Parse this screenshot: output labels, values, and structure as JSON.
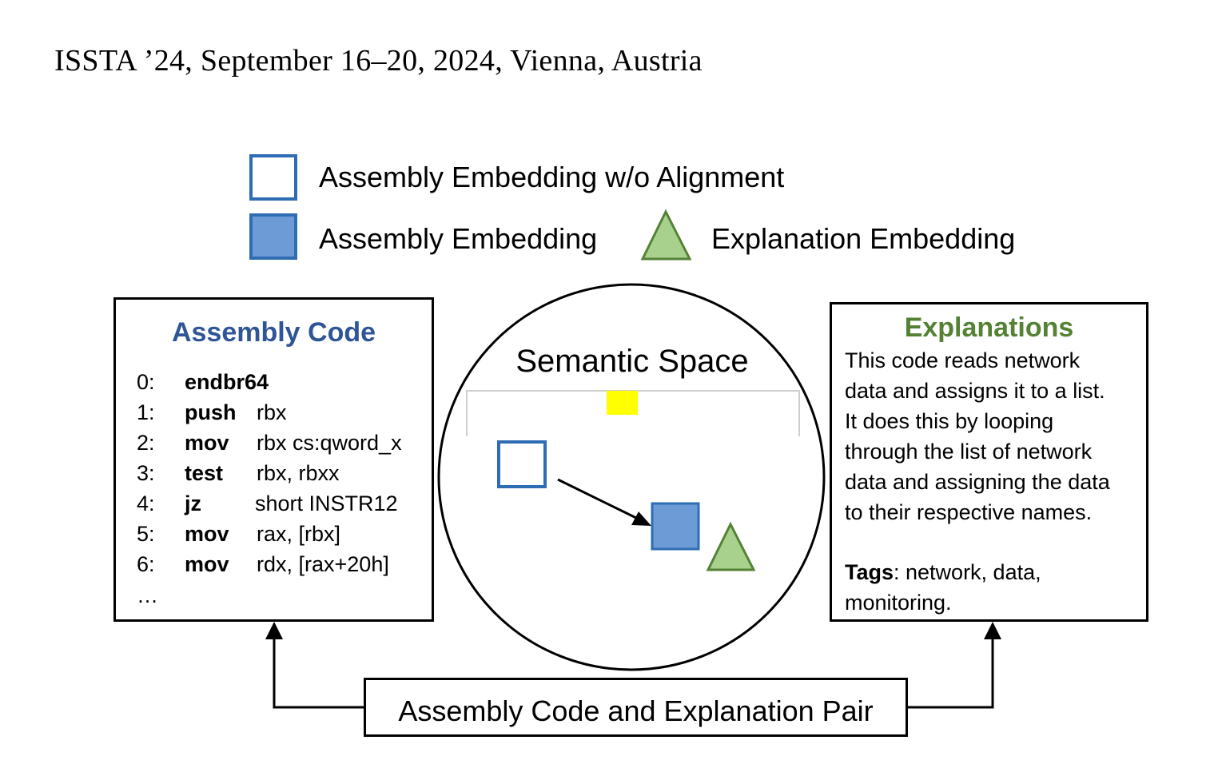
{
  "header": {
    "text": "ISSTA ’24, September 16–20, 2024, Vienna, Austria"
  },
  "legend": {
    "outline_label": "Assembly Embedding w/o Alignment",
    "filled_label": "Assembly Embedding",
    "triangle_label": "Explanation Embedding"
  },
  "assembly": {
    "title": "Assembly Code",
    "rows": [
      {
        "num": "0:",
        "op": "endbr64",
        "args": ""
      },
      {
        "num": "1:",
        "op": "push",
        "args": "rbx"
      },
      {
        "num": "2:",
        "op": "mov",
        "args": "rbx  cs:qword_x"
      },
      {
        "num": "3:",
        "op": "test",
        "args": "rbx, rbxx"
      },
      {
        "num": "4:",
        "op": "jz",
        "args": "short INSTR12"
      },
      {
        "num": "5:",
        "op": "mov",
        "args": "rax, [rbx]"
      },
      {
        "num": "6:",
        "op": "mov",
        "args": "rdx, [rax+20h]"
      }
    ],
    "ellipsis": "…"
  },
  "semantic": {
    "title": "Semantic Space"
  },
  "explanations": {
    "title": "Explanations",
    "lines": [
      "This code reads network",
      "data and assigns it to a list.",
      "It does this by looping",
      "through the list of network",
      "data and assigning the data",
      "to their respective names."
    ],
    "tags_label": "Tags",
    "tags_rest": ": network, data,",
    "tags_line2": "monitoring."
  },
  "pair": {
    "label": "Assembly Code and Explanation Pair"
  },
  "colors": {
    "assembly_title": "#2f5597",
    "explanation_title": "#548235",
    "square_border": "#2e6db4",
    "square_fill": "#6d9bd5",
    "triangle_fill": "#a9d18e",
    "triangle_border": "#548235",
    "yellow_marker": "#ffff00"
  }
}
